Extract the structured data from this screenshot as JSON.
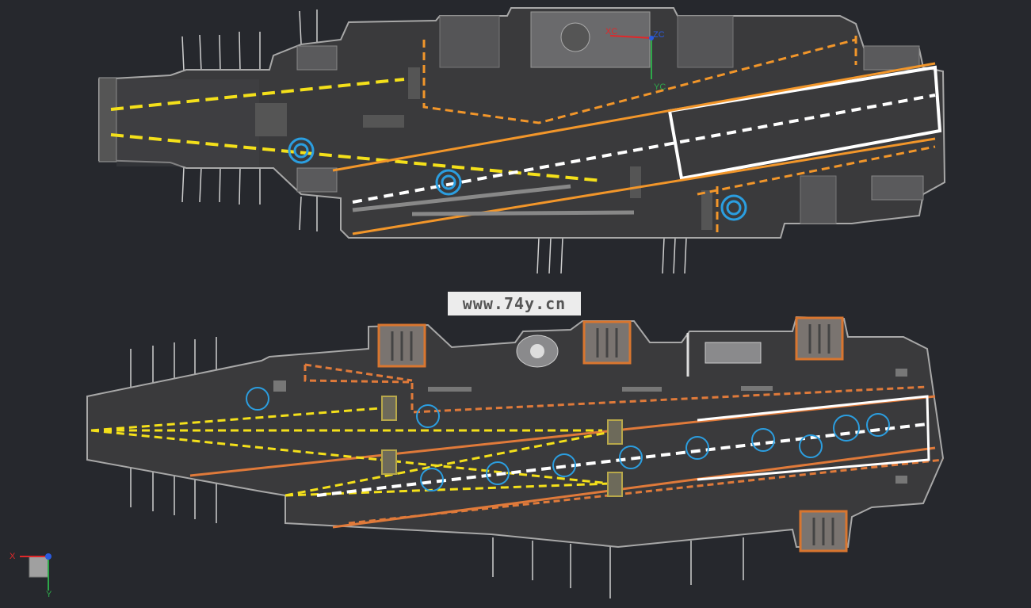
{
  "viewport": {
    "background": "#26282d",
    "watermark_text": "www.74y.cn",
    "csys": {
      "x_label": "X",
      "y_label": "Y",
      "x_color": "#e0282a",
      "y_color": "#2ea84a",
      "z_color": "#2a5be0"
    },
    "wcs": {
      "xc_label": "XC",
      "yc_label": "YC",
      "zc_label": "ZC"
    }
  },
  "colors": {
    "deck": "#3a3a3c",
    "deck_edge": "#a8a8a8",
    "yellow_line": "#f4e01a",
    "orange_line": "#f2962a",
    "white_line": "#ffffff",
    "marker_blue": "#2b9ee0",
    "elevator_fill": "#7a7470",
    "elevator_border": "#d9762f",
    "structure_grey": "#6a6a6c"
  },
  "models": [
    {
      "name": "carrier-top-view"
    },
    {
      "name": "carrier-bottom-view"
    }
  ]
}
